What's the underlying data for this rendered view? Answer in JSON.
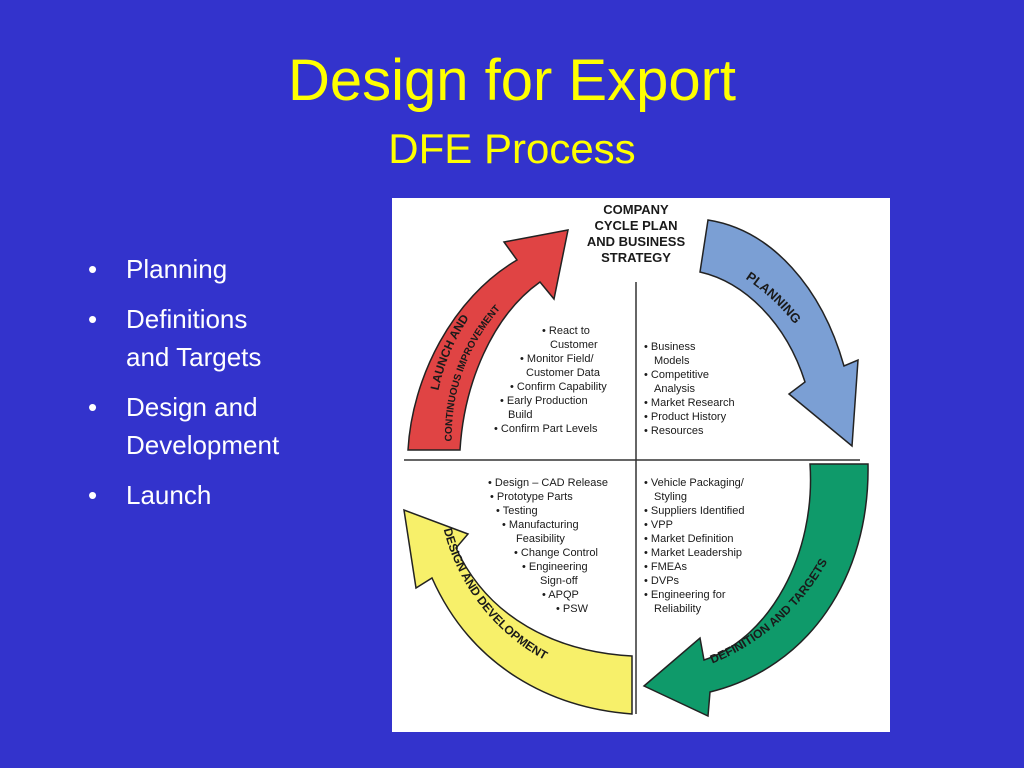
{
  "slide": {
    "title": "Design for Export",
    "subtitle": "DFE Process"
  },
  "bullets": [
    {
      "lines": [
        "Planning"
      ]
    },
    {
      "lines": [
        "Definitions",
        "and Targets"
      ]
    },
    {
      "lines": [
        "Design and",
        "Development"
      ]
    },
    {
      "lines": [
        "Launch"
      ]
    }
  ],
  "diagram": {
    "center_label": [
      "COMPANY",
      "CYCLE PLAN",
      "AND BUSINESS",
      "STRATEGY"
    ],
    "arrows": {
      "launch": {
        "label1": "LAUNCH AND",
        "label2": "CONTINUOUS IMPROVEMENT",
        "color": "#e04444"
      },
      "planning": {
        "label": "PLANNING",
        "color": "#7b9fd4"
      },
      "definition": {
        "label": "DEFINITION AND TARGETS",
        "color": "#0f9a6a"
      },
      "design": {
        "label": "DESIGN AND DEVELOPMENT",
        "color": "#f7f06a"
      }
    },
    "quadrants": {
      "top_left": [
        "• React to",
        "Customer",
        "• Monitor Field/",
        "Customer Data",
        "• Confirm Capability",
        "• Early Production",
        "Build",
        "• Confirm Part Levels"
      ],
      "top_right": [
        "• Business",
        "Models",
        "• Competitive",
        "Analysis",
        "• Market Research",
        "• Product History",
        "• Resources"
      ],
      "bottom_left": [
        "• Design – CAD Release",
        "• Prototype Parts",
        "• Testing",
        "• Manufacturing",
        "Feasibility",
        "• Change Control",
        "• Engineering",
        "Sign-off",
        "• APQP",
        "• PSW"
      ],
      "bottom_right": [
        "• Vehicle Packaging/",
        "Styling",
        "• Suppliers Identified",
        "• VPP",
        "• Market Definition",
        "• Market Leadership",
        "• FMEAs",
        "• DVPs",
        "• Engineering for",
        "Reliability"
      ]
    },
    "colors": {
      "text": "#1a1a1a",
      "divider": "#333333"
    }
  }
}
